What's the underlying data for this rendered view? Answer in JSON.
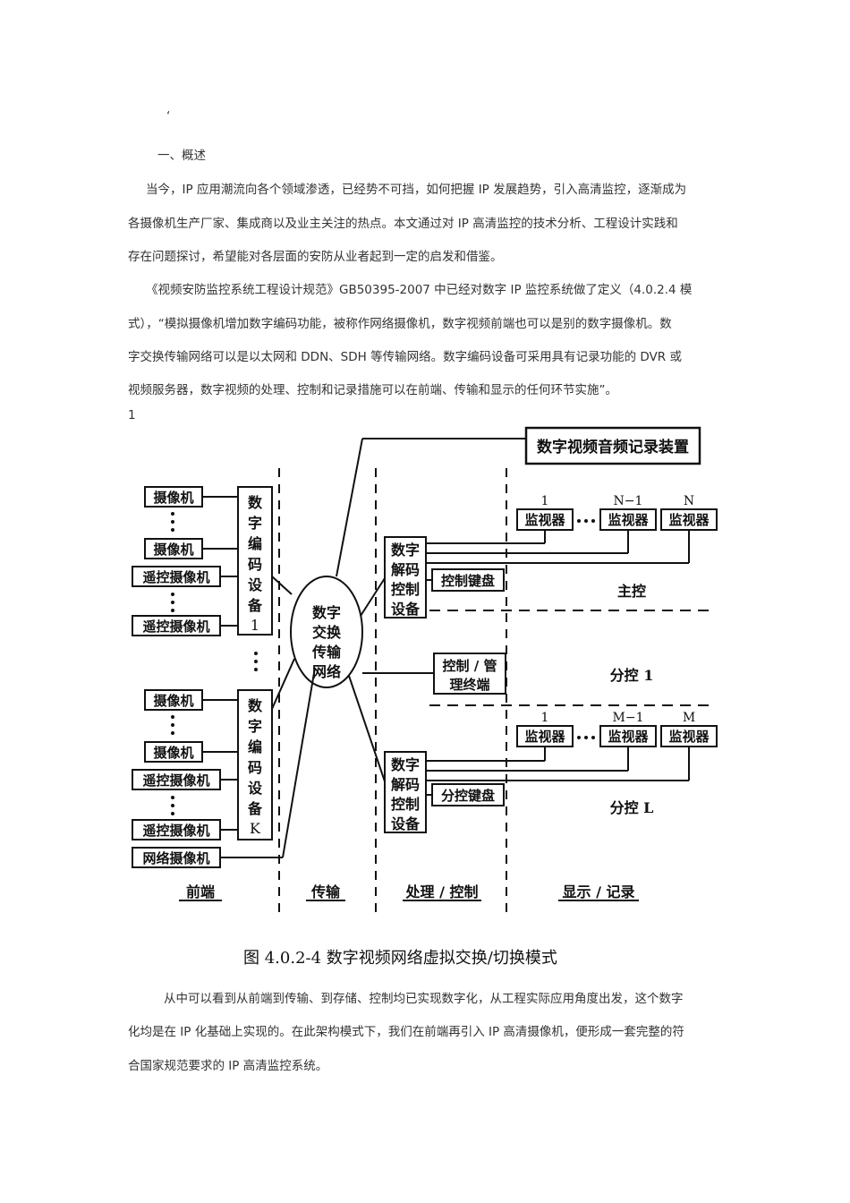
{
  "page": {
    "mark": "‘",
    "heading": "一、概述",
    "para1": [
      "当今，IP 应用潮流向各个领域渗透，已经势不可挡，如何把握 IP 发展趋势，引入高清监控，逐渐成为",
      "各摄像机生产厂家、集成商以及业主关注的热点。本文通过对 IP 高清监控的技术分析、工程设计实践和",
      "存在问题探讨，希望能对各层面的安防从业者起到一定的启发和借鉴。"
    ],
    "para2": [
      "《视频安防监控系统工程设计规范》GB50395-2007 中已经对数字 IP 监控系统做了定义（4.0.2.4 模",
      "式），“模拟摄像机增加数字编码功能，被称作网络摄像机，数字视频前端也可以是别的数字摄像机。数",
      "字交换传输网络可以是以太网和 DDN、SDH 等传输网络。数字编码设备可采用具有记录功能的 DVR 或",
      "视频服务器，数字视频的处理、控制和记录措施可以在前端、传输和显示的任何环节实施”。"
    ],
    "marker": "1",
    "para3": [
      "从中可以看到从前端到传输、到存储、控制均已实现数字化，从工程实际应用角度出发，这个数字",
      "化均是在 IP 化基础上实现的。在此架构模式下，我们在前端再引入 IP 高清摄像机，便形成一套完整的符",
      "合国家规范要求的 IP 高清监控系统。"
    ]
  },
  "figure": {
    "caption": "图 4.0.2-4    数字视频网络虚拟交换/切换模式",
    "recorder": "数字视频音频记录装置",
    "camera": "摄像机",
    "remote_camera": "遥控摄像机",
    "network_camera": "网络摄像机",
    "encoder1": [
      "数",
      "字",
      "编",
      "码",
      "设",
      "备",
      "1"
    ],
    "encoderK": [
      "数",
      "字",
      "编",
      "码",
      "设",
      "备",
      "K"
    ],
    "network": [
      "数字",
      "交换",
      "传输",
      "网络"
    ],
    "decoder": [
      "数字",
      "解码",
      "控制",
      "设备"
    ],
    "keyboard_main": "控制键盘",
    "keyboard_sub": "分控键盘",
    "terminal": [
      "控制 / 管",
      "理终端"
    ],
    "monitor": "监视器",
    "main_labels": [
      "1",
      "N−1",
      "N"
    ],
    "sub_labels": [
      "1",
      "M−1",
      "M"
    ],
    "zone_main": "主控",
    "zone_sub1": "分控 1",
    "zone_subL": "分控 L",
    "sections": [
      "前端",
      "传输",
      "处理 / 控制",
      "显示 / 记录"
    ]
  }
}
